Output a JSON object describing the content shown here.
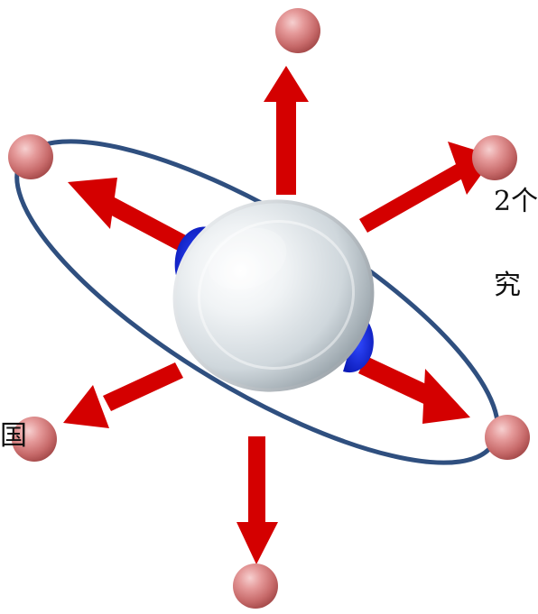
{
  "colors": {
    "background": "#ffffff",
    "ellipse": "#2f4f7f",
    "arrow": "#d40000",
    "ball": "#d98080",
    "ball_highlight": "#f1c2c2",
    "center_body": "#e6ecef",
    "center_body_shadow": "#9fa8ae",
    "blue_patch": "#1029d6",
    "text": "#111111"
  },
  "icons": {
    "particle": "red-particle-ball",
    "center": "gray-center-disk",
    "arrow": "red-outward-arrow"
  },
  "labels": {
    "top_right_lines": [
      "2个",
      "究"
    ],
    "left_fragment": "国"
  }
}
